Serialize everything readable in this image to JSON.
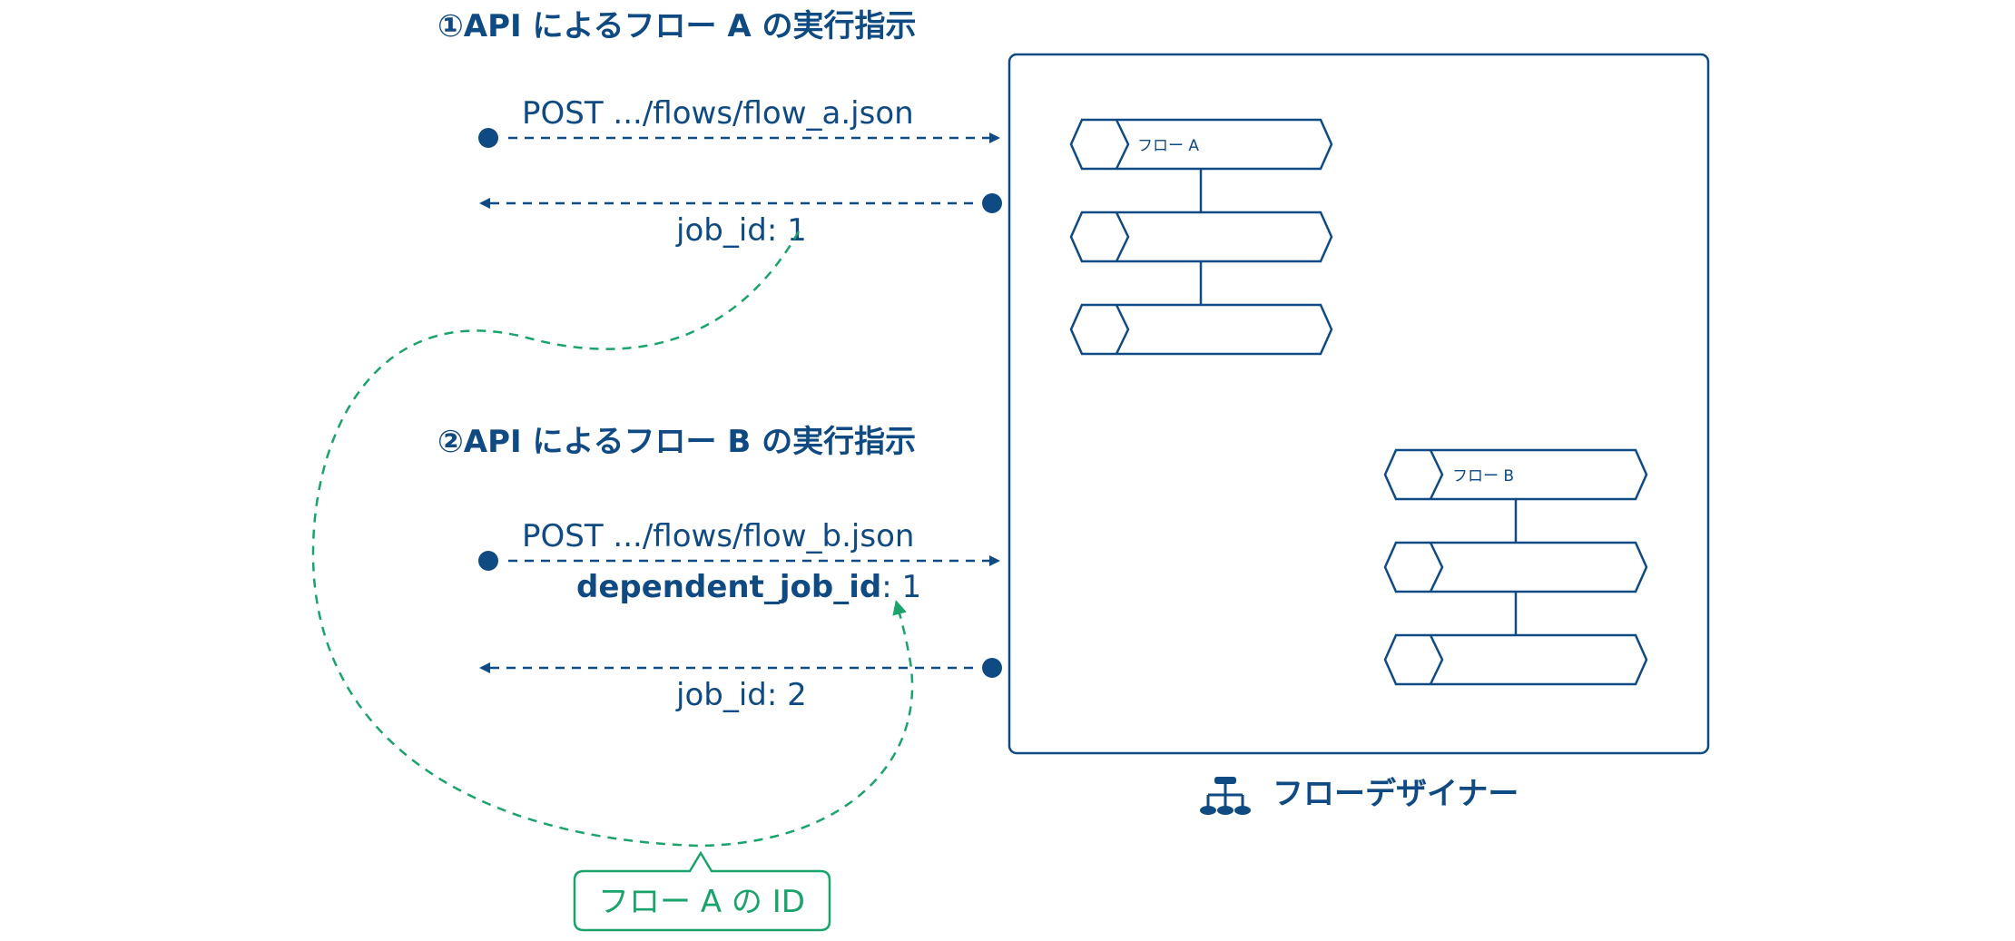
{
  "section_a": {
    "title": "①API によるフロー A の実行指示",
    "request": "POST .../flows/flow_a.json",
    "response": "job_id: 1"
  },
  "section_b": {
    "title": "②API によるフロー B の実行指示",
    "request": "POST .../flows/flow_b.json",
    "param_key": "dependent_job_id",
    "param_value": ": 1",
    "response": "job_id: 2"
  },
  "flow_designer": {
    "label": "フローデザイナー",
    "icon": "hierarchy-icon",
    "flow_a_label": "フロー A",
    "flow_b_label": "フロー B"
  },
  "callout": {
    "label": "フロー A の ID"
  },
  "colors": {
    "primary": "#0f4a82",
    "accent_green": "#1aa36b"
  }
}
